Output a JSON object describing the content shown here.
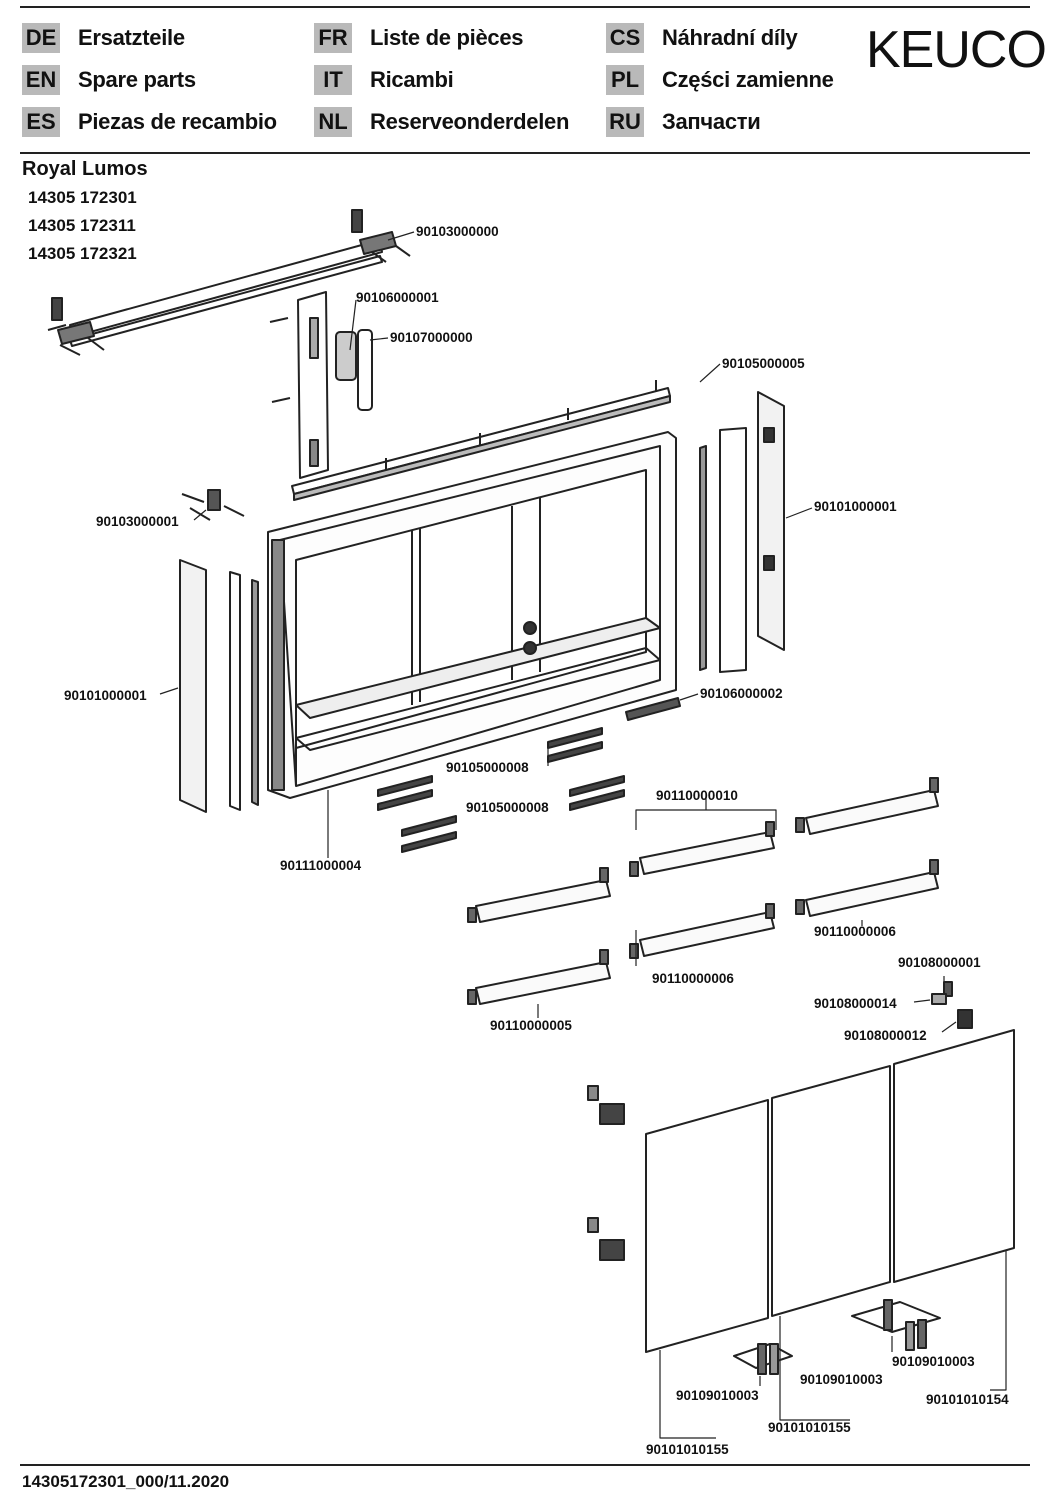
{
  "languages": [
    {
      "code": "DE",
      "name": "Ersatzteile"
    },
    {
      "code": "EN",
      "name": "Spare parts"
    },
    {
      "code": "ES",
      "name": "Piezas de recambio"
    },
    {
      "code": "FR",
      "name": "Liste de pièces"
    },
    {
      "code": "IT",
      "name": "Ricambi"
    },
    {
      "code": "NL",
      "name": "Reserveonderdelen"
    },
    {
      "code": "CS",
      "name": "Náhradní díly"
    },
    {
      "code": "PL",
      "name": "Części zamienne"
    },
    {
      "code": "RU",
      "name": "Запчасти"
    }
  ],
  "brand": "KEUCO",
  "product": {
    "title": "Royal Lumos",
    "articles": [
      "14305 172301",
      "14305 172311",
      "14305 172321"
    ]
  },
  "part_labels": {
    "top_rail_fixing": "90103000000",
    "side_fixing": "90103000001",
    "power_module": "90106000001",
    "switch_cover": "90107000000",
    "top_light_strip": "90105000005",
    "side_panel_right": "90101000001",
    "side_panel_left": "90101000001",
    "bottom_led": "90106000002",
    "led_strip_a": "90105000008",
    "led_strip_b": "90105000008",
    "cabinet_body": "90111000004",
    "glass_shelf_set": "90110000010",
    "shelf_right_lower": "90110000006",
    "shelf_centre_lower": "90110000006",
    "shelf_left_lower": "90110000005",
    "hinge_part_a": "90108000001",
    "hinge_part_b": "90108000014",
    "hinge_part_c": "90108000012",
    "door_fitting_right": "90109010003",
    "door_fitting_centre": "90109010003",
    "door_fitting_left": "90109010003",
    "door_right": "90101010154",
    "door_centre": "90101010155",
    "door_left": "90101010155"
  },
  "document_code": "14305172301_000/11.2020"
}
